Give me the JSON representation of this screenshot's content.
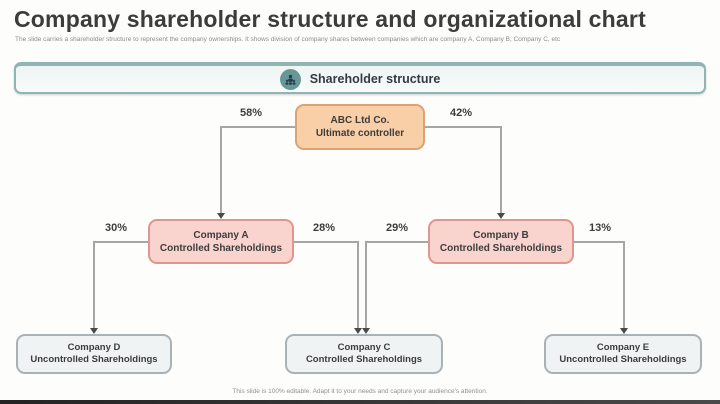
{
  "slide": {
    "title": "Company shareholder structure and organizational chart",
    "subtitle": "The slide carries a shareholder structure to represent the company ownerships. It shows division of company shares between companies which are company A, Company B, Company C, etc",
    "footer": "This slide is 100% editable. Adapt it to your needs and capture your audience's attention."
  },
  "banner": {
    "label": "Shareholder structure",
    "icon": "people-group-icon",
    "accent_color": "#689896",
    "border_color": "#8fb5b2"
  },
  "org_chart": {
    "type": "org-chart",
    "colors": {
      "root_fill": "#f9cfa8",
      "root_border": "#dca271",
      "controlled_fill": "#f9d3cd",
      "controlled_border": "#dd978e",
      "leaf_fill": "#eff3f4",
      "leaf_border": "#a9b2b5",
      "connector": "#a6a6a6"
    },
    "nodes": [
      {
        "id": "abc",
        "line1": "ABC Ltd Co.",
        "line2": "Ultimate controller"
      },
      {
        "id": "a",
        "line1": "Company A",
        "line2": "Controlled Shareholdings"
      },
      {
        "id": "b",
        "line1": "Company B",
        "line2": "Controlled Shareholdings"
      },
      {
        "id": "d",
        "line1": "Company D",
        "line2": "Uncontrolled Shareholdings"
      },
      {
        "id": "c",
        "line1": "Company C",
        "line2": "Controlled Shareholdings"
      },
      {
        "id": "e",
        "line1": "Company E",
        "line2": "Uncontrolled Shareholdings"
      }
    ],
    "edges": [
      {
        "from": "ABC Ltd Co.",
        "to": "Company A",
        "label": "58%"
      },
      {
        "from": "ABC Ltd Co.",
        "to": "Company B",
        "label": "42%"
      },
      {
        "from": "Company A",
        "to": "Company D",
        "label": "30%"
      },
      {
        "from": "Company A",
        "to": "Company C",
        "label": "28%"
      },
      {
        "from": "Company B",
        "to": "Company C",
        "label": "29%"
      },
      {
        "from": "Company B",
        "to": "Company E",
        "label": "13%"
      }
    ]
  }
}
